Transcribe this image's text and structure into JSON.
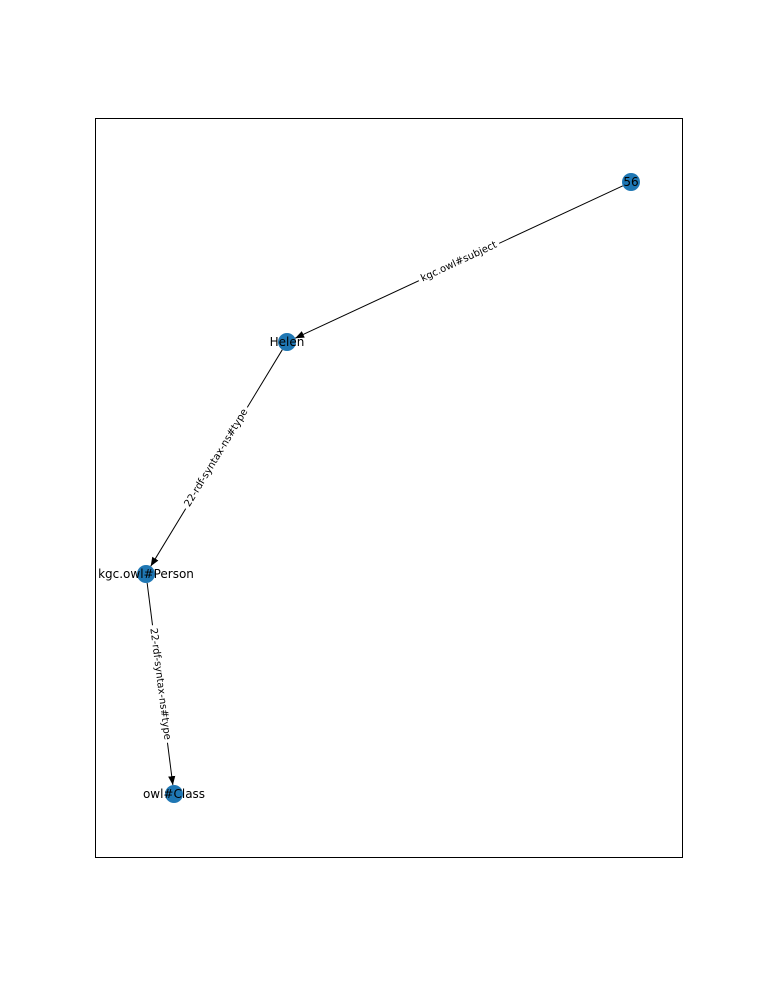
{
  "graph": {
    "node_color": "#1f77b4",
    "edge_color": "#000000",
    "label_background": "#ffffff",
    "nodes": [
      {
        "id": "n56",
        "label": "56"
      },
      {
        "id": "helen",
        "label": "Helen"
      },
      {
        "id": "person",
        "label": "kgc.owl#Person"
      },
      {
        "id": "owlclass",
        "label": "owl#Class"
      }
    ],
    "edges": [
      {
        "id": "e1",
        "source": "n56",
        "target": "helen",
        "label": "kgc.owl#subject"
      },
      {
        "id": "e2",
        "source": "helen",
        "target": "person",
        "label": "22-rdf-syntax-ns#type"
      },
      {
        "id": "e3",
        "source": "person",
        "target": "owlclass",
        "label": "22-rdf-syntax-ns#type"
      }
    ]
  }
}
